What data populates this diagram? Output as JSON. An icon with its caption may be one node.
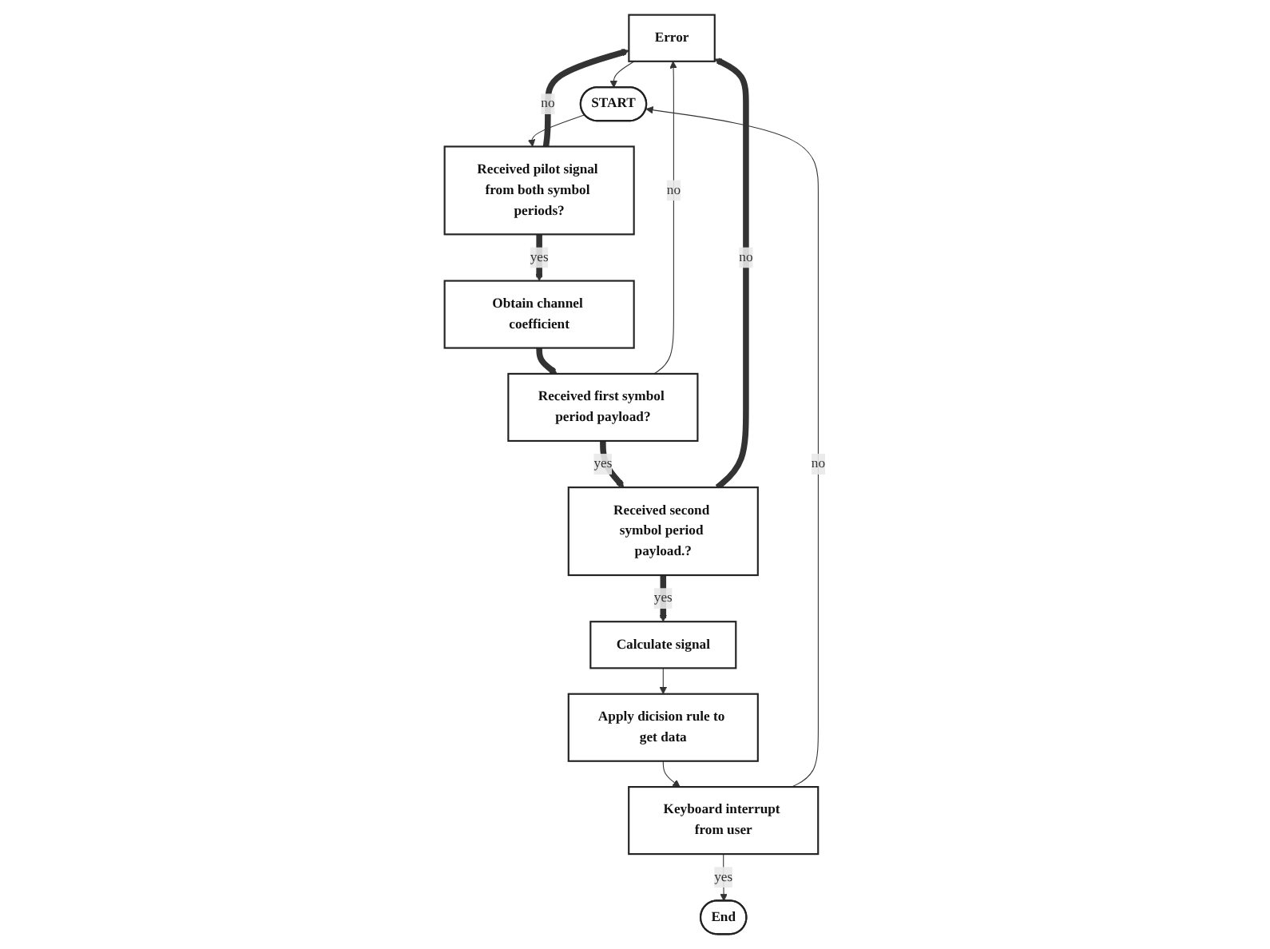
{
  "diagram": {
    "nodes": [
      {
        "text": [
          "Error"
        ]
      },
      {
        "text": [
          "START"
        ]
      },
      {
        "text": [
          "Received pilot signal from both symbol periods?"
        ]
      },
      {
        "text": [
          "Obtain channel coefficient"
        ]
      },
      {
        "text": [
          "Calculate signal"
        ]
      },
      {
        "text": [
          "Received second symbol period payload.?"
        ]
      },
      {
        "text": [
          "Received first symbol period payload?"
        ]
      },
      {
        "text": [
          "Apply dicision rule to get data"
        ]
      },
      {
        "text": [
          "Keyboard interrupt from user"
        ]
      },
      {
        "text": [
          "End"
        ]
      }
    ],
    "edges": [
      {
        "from": 2,
        "to": 0,
        "arrow": "to",
        "label": "no",
        "style": "thick"
      },
      {
        "from": 0,
        "to": 1,
        "arrow": "to"
      },
      {
        "from": 1,
        "to": 2,
        "arrow": "to"
      },
      {
        "from": 2,
        "to": 3,
        "arrow": "to",
        "label": "yes",
        "style": "thick"
      },
      {
        "from": 3,
        "to": 6,
        "arrow": "to",
        "style": "thick"
      },
      {
        "from": 6,
        "to": 5,
        "arrow": "to",
        "label": "yes",
        "style": "thick"
      },
      {
        "from": 5,
        "to": 4,
        "arrow": "to",
        "label": "yes",
        "style": "thick"
      },
      {
        "from": 4,
        "to": 7,
        "arrow": "to"
      },
      {
        "from": 7,
        "to": 8,
        "arrow": "to"
      },
      {
        "from": 8,
        "to": 9,
        "arrow": "to",
        "label": "yes"
      },
      {
        "from": 8,
        "to": 1,
        "arrow": "to",
        "label": "no"
      },
      {
        "from": 5,
        "to": 0,
        "arrow": "to",
        "label": "no",
        "style": "thick"
      },
      {
        "from": 6,
        "to": 0,
        "arrow": "to",
        "label": "no"
      }
    ]
  }
}
